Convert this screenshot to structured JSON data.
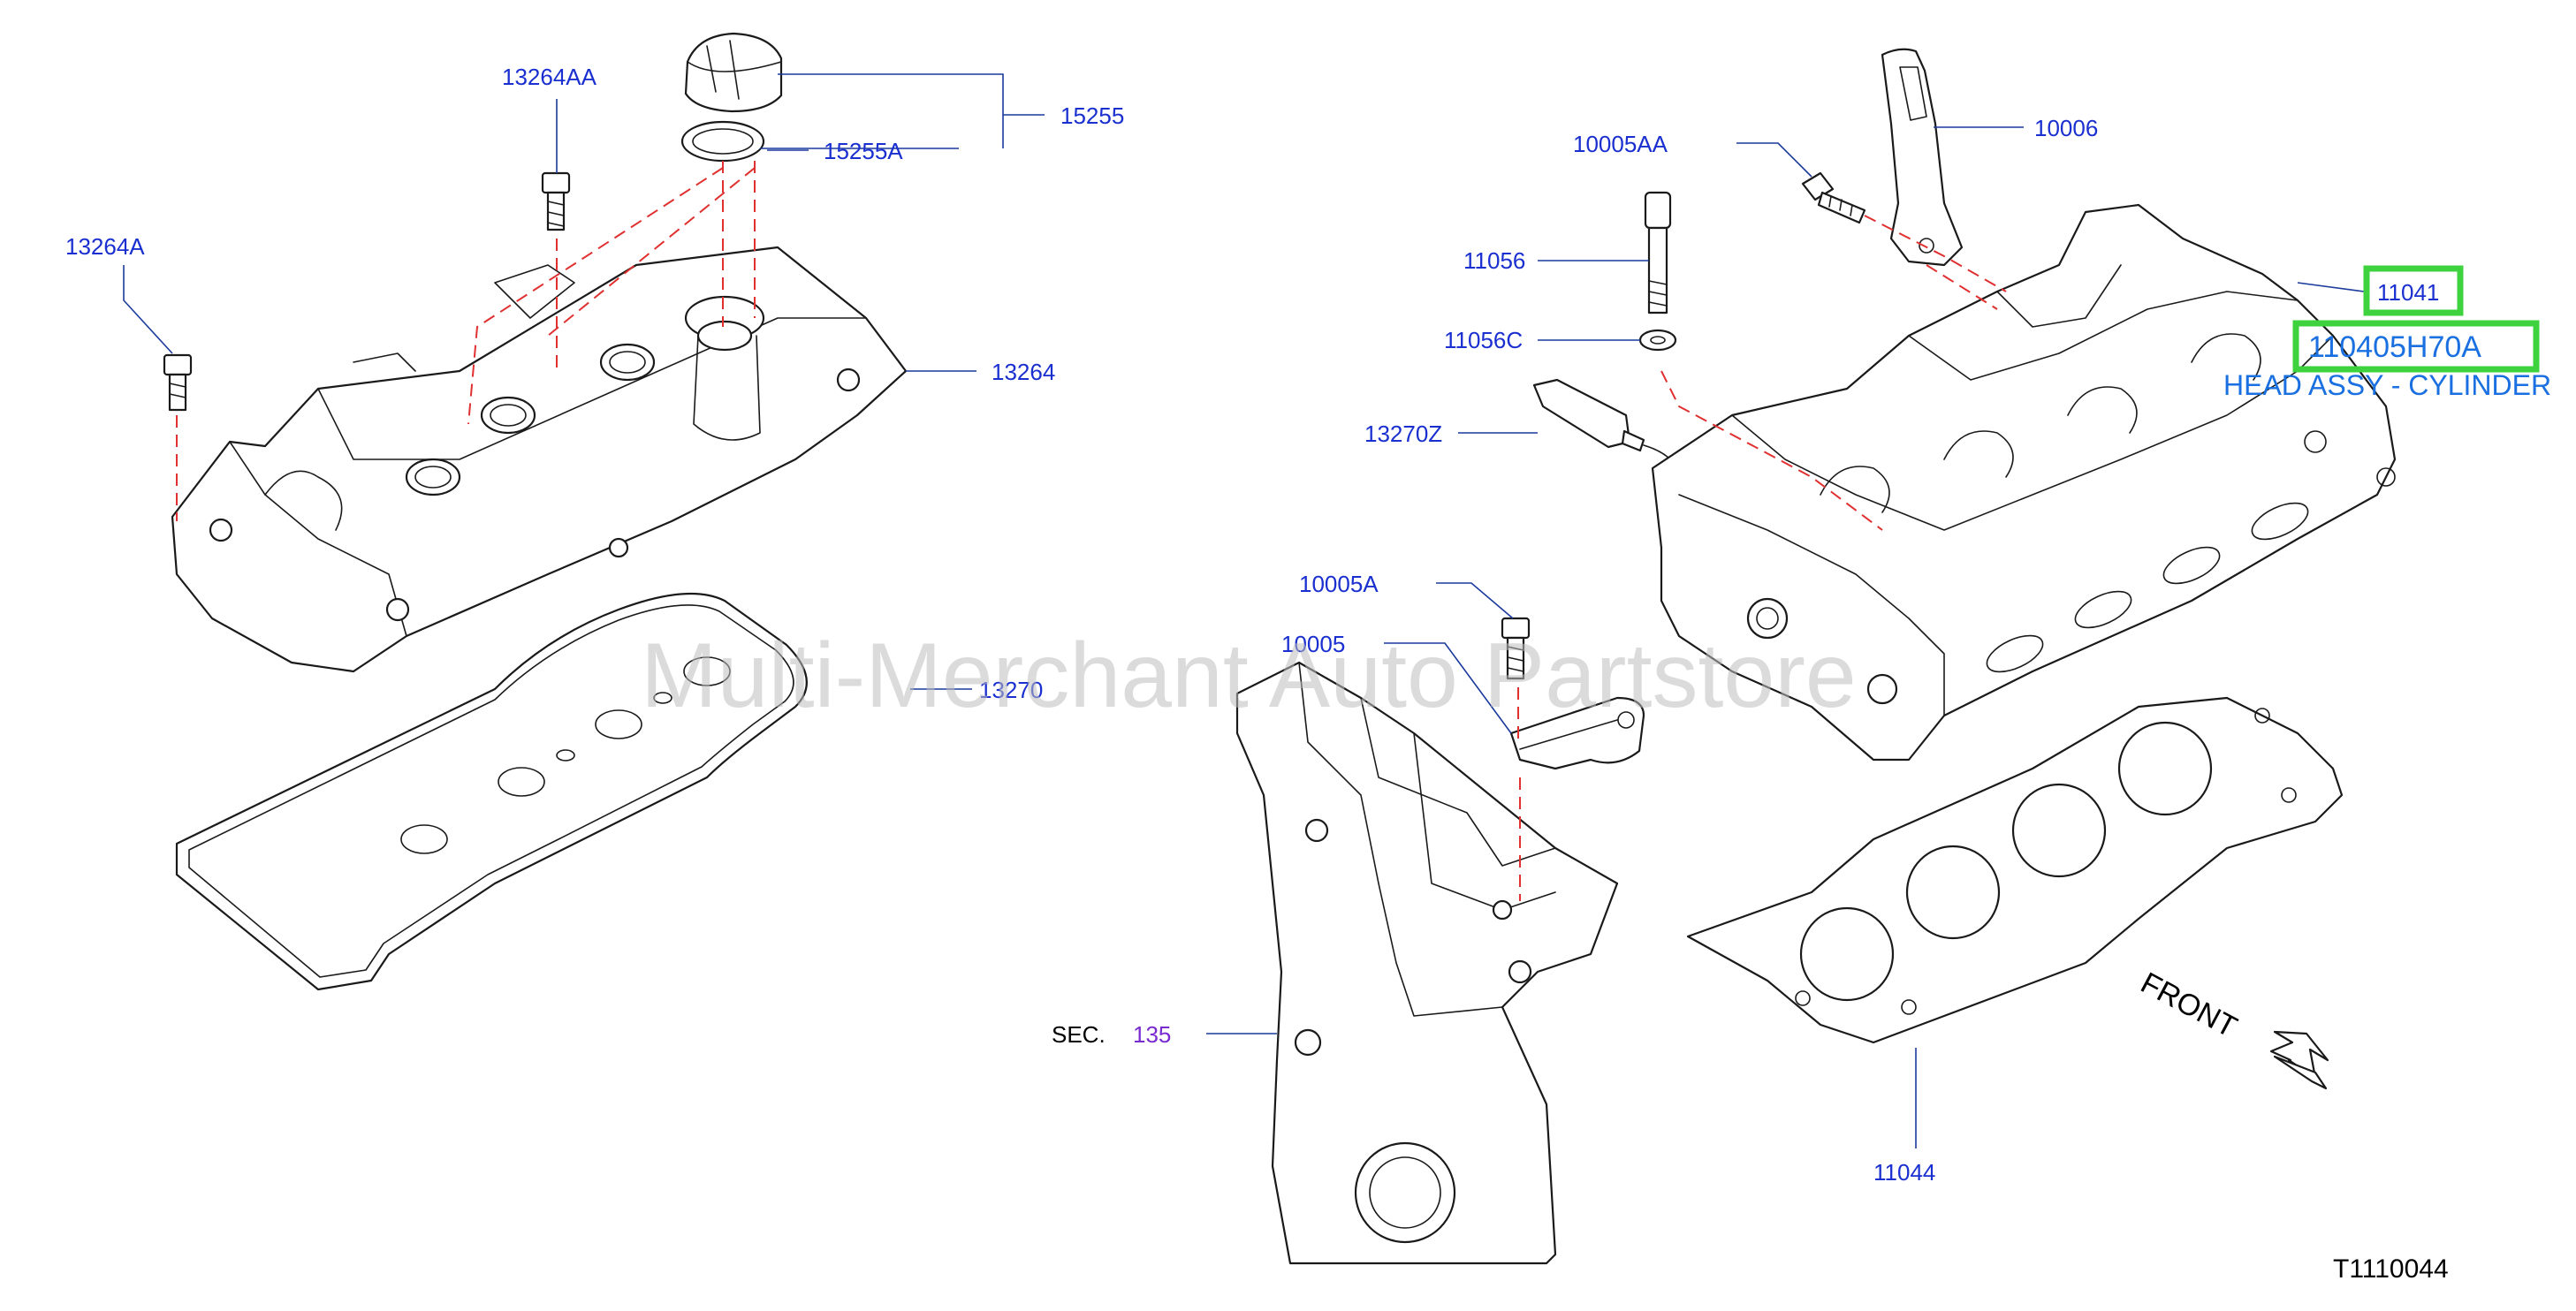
{
  "callouts": {
    "p13264AA": "13264AA",
    "p13264A": "13264A",
    "p15255": "15255",
    "p15255A": "15255A",
    "p13264": "13264",
    "p13270": "13270",
    "p10005AA": "10005AA",
    "p10006": "10006",
    "p11056": "11056",
    "p11056C": "11056C",
    "p13270Z": "13270Z",
    "p11041": "11041",
    "p10005A": "10005A",
    "p10005": "10005",
    "p11044": "11044",
    "sec_label": "SEC.",
    "sec_number": "135"
  },
  "highlighted_part": {
    "part_number": "110405H70A",
    "description": "HEAD ASSY - CYLINDER"
  },
  "front_label": "FRONT",
  "diagram_code": "T1110044",
  "watermark": "Multi-Merchant Auto Partstore"
}
